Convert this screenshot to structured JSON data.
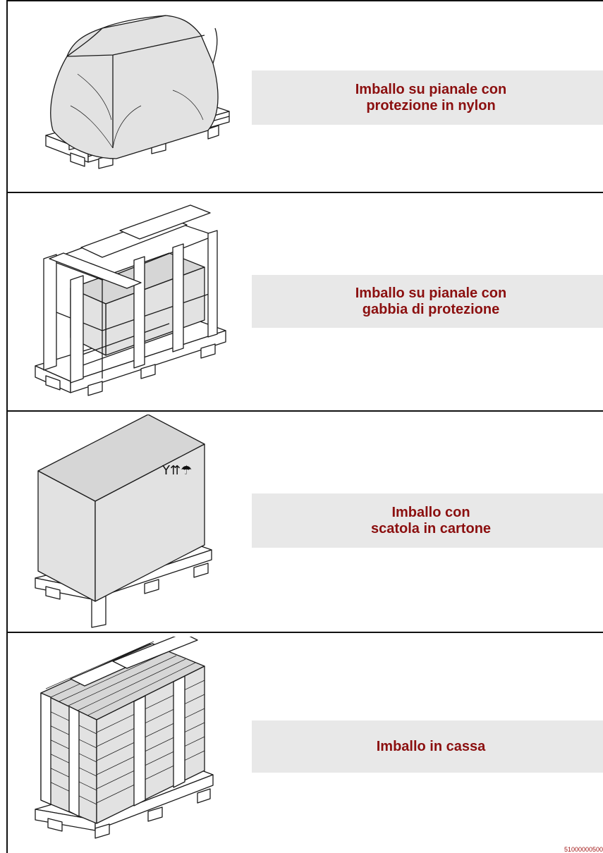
{
  "rows": [
    {
      "label_line1": "Imballo su pianale con",
      "label_line2": "protezione in nylon"
    },
    {
      "label_line1": "Imballo su pianale con",
      "label_line2": "gabbia di protezione"
    },
    {
      "label_line1": "Imballo con",
      "label_line2": "scatola in cartone"
    },
    {
      "label_line1": "Imballo in cassa",
      "label_line2": ""
    }
  ],
  "figure_code": "51000000500",
  "colors": {
    "label_text": "#8b0f0f",
    "label_background": "#e8e8e8",
    "code_text": "#a01414"
  }
}
